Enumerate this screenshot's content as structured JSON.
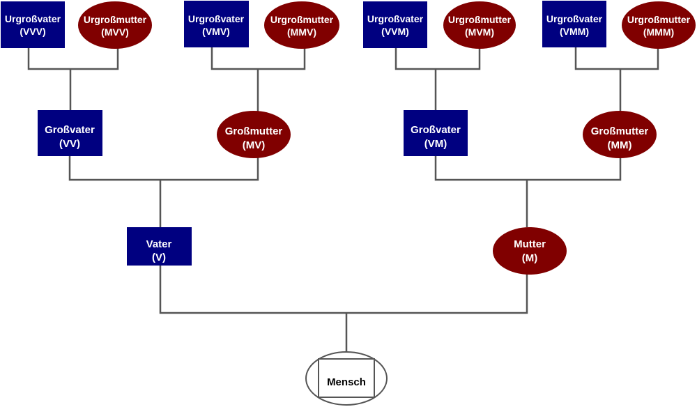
{
  "colors": {
    "male": "#000080",
    "female": "#800000",
    "line": "#555555",
    "text": "#ffffff",
    "self_text": "#000000",
    "self_outline": "#555555"
  },
  "nodes": {
    "vvv": {
      "line1": "Urgroßvater",
      "line2": "(VVV)"
    },
    "mvv": {
      "line1": "Urgroßmutter",
      "line2": "(MVV)"
    },
    "vmv": {
      "line1": "Urgroßvater",
      "line2": "(VMV)"
    },
    "mmv": {
      "line1": "Urgroßmutter",
      "line2": "(MMV)"
    },
    "vvm": {
      "line1": "Urgroßvater",
      "line2": "(VVM)"
    },
    "mvm": {
      "line1": "Urgroßmutter",
      "line2": "(MVM)"
    },
    "vmm": {
      "line1": "Urgroßvater",
      "line2": "(VMM)"
    },
    "mmm": {
      "line1": "Urgroßmutter",
      "line2": "(MMM)"
    },
    "vv": {
      "line1": "Großvater",
      "line2": "(VV)"
    },
    "mv": {
      "line1": "Großmutter",
      "line2": "(MV)"
    },
    "vm": {
      "line1": "Großvater",
      "line2": "(VM)"
    },
    "mm": {
      "line1": "Großmutter",
      "line2": "(MM)"
    },
    "v": {
      "line1": "Vater",
      "line2": "(V)"
    },
    "m": {
      "line1": "Mutter",
      "line2": "(M)"
    },
    "self": {
      "line1": "Mensch"
    }
  }
}
